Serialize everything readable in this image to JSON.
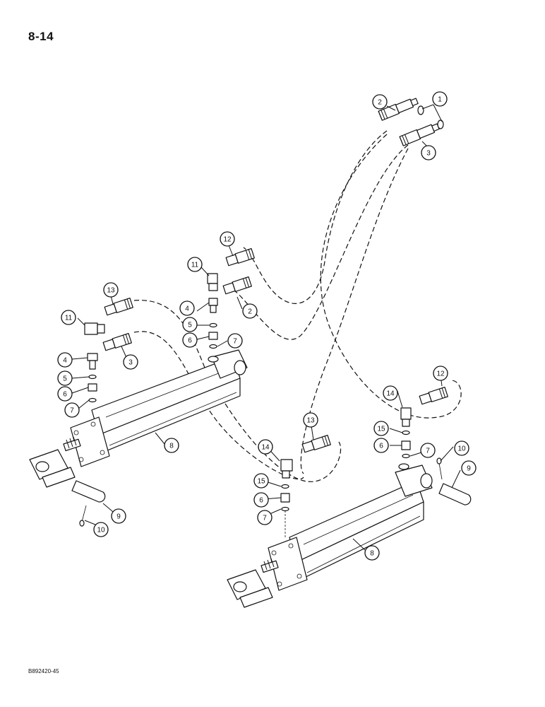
{
  "page": {
    "number": "8-14",
    "figure_code": "B892420-45"
  },
  "callouts": [
    {
      "id": "c1",
      "label": "1"
    },
    {
      "id": "c2a",
      "label": "2"
    },
    {
      "id": "c3a",
      "label": "3"
    },
    {
      "id": "c12a",
      "label": "12"
    },
    {
      "id": "c11a",
      "label": "11"
    },
    {
      "id": "c4a",
      "label": "4"
    },
    {
      "id": "c2b",
      "label": "2"
    },
    {
      "id": "c5a",
      "label": "5"
    },
    {
      "id": "c6a",
      "label": "6"
    },
    {
      "id": "c7a",
      "label": "7"
    },
    {
      "id": "c13a",
      "label": "13"
    },
    {
      "id": "c11b",
      "label": "11"
    },
    {
      "id": "c4b",
      "label": "4"
    },
    {
      "id": "c3b",
      "label": "3"
    },
    {
      "id": "c5b",
      "label": "5"
    },
    {
      "id": "c6b",
      "label": "6"
    },
    {
      "id": "c7b",
      "label": "7"
    },
    {
      "id": "c8a",
      "label": "8"
    },
    {
      "id": "c9a",
      "label": "9"
    },
    {
      "id": "c10a",
      "label": "10"
    },
    {
      "id": "c12b",
      "label": "12"
    },
    {
      "id": "c14a",
      "label": "14"
    },
    {
      "id": "c15a",
      "label": "15"
    },
    {
      "id": "c6c",
      "label": "6"
    },
    {
      "id": "c7c",
      "label": "7"
    },
    {
      "id": "c10b",
      "label": "10"
    },
    {
      "id": "c9b",
      "label": "9"
    },
    {
      "id": "c13b",
      "label": "13"
    },
    {
      "id": "c14b",
      "label": "14"
    },
    {
      "id": "c15b",
      "label": "15"
    },
    {
      "id": "c6d",
      "label": "6"
    },
    {
      "id": "c7d",
      "label": "7"
    },
    {
      "id": "c8b",
      "label": "8"
    }
  ]
}
